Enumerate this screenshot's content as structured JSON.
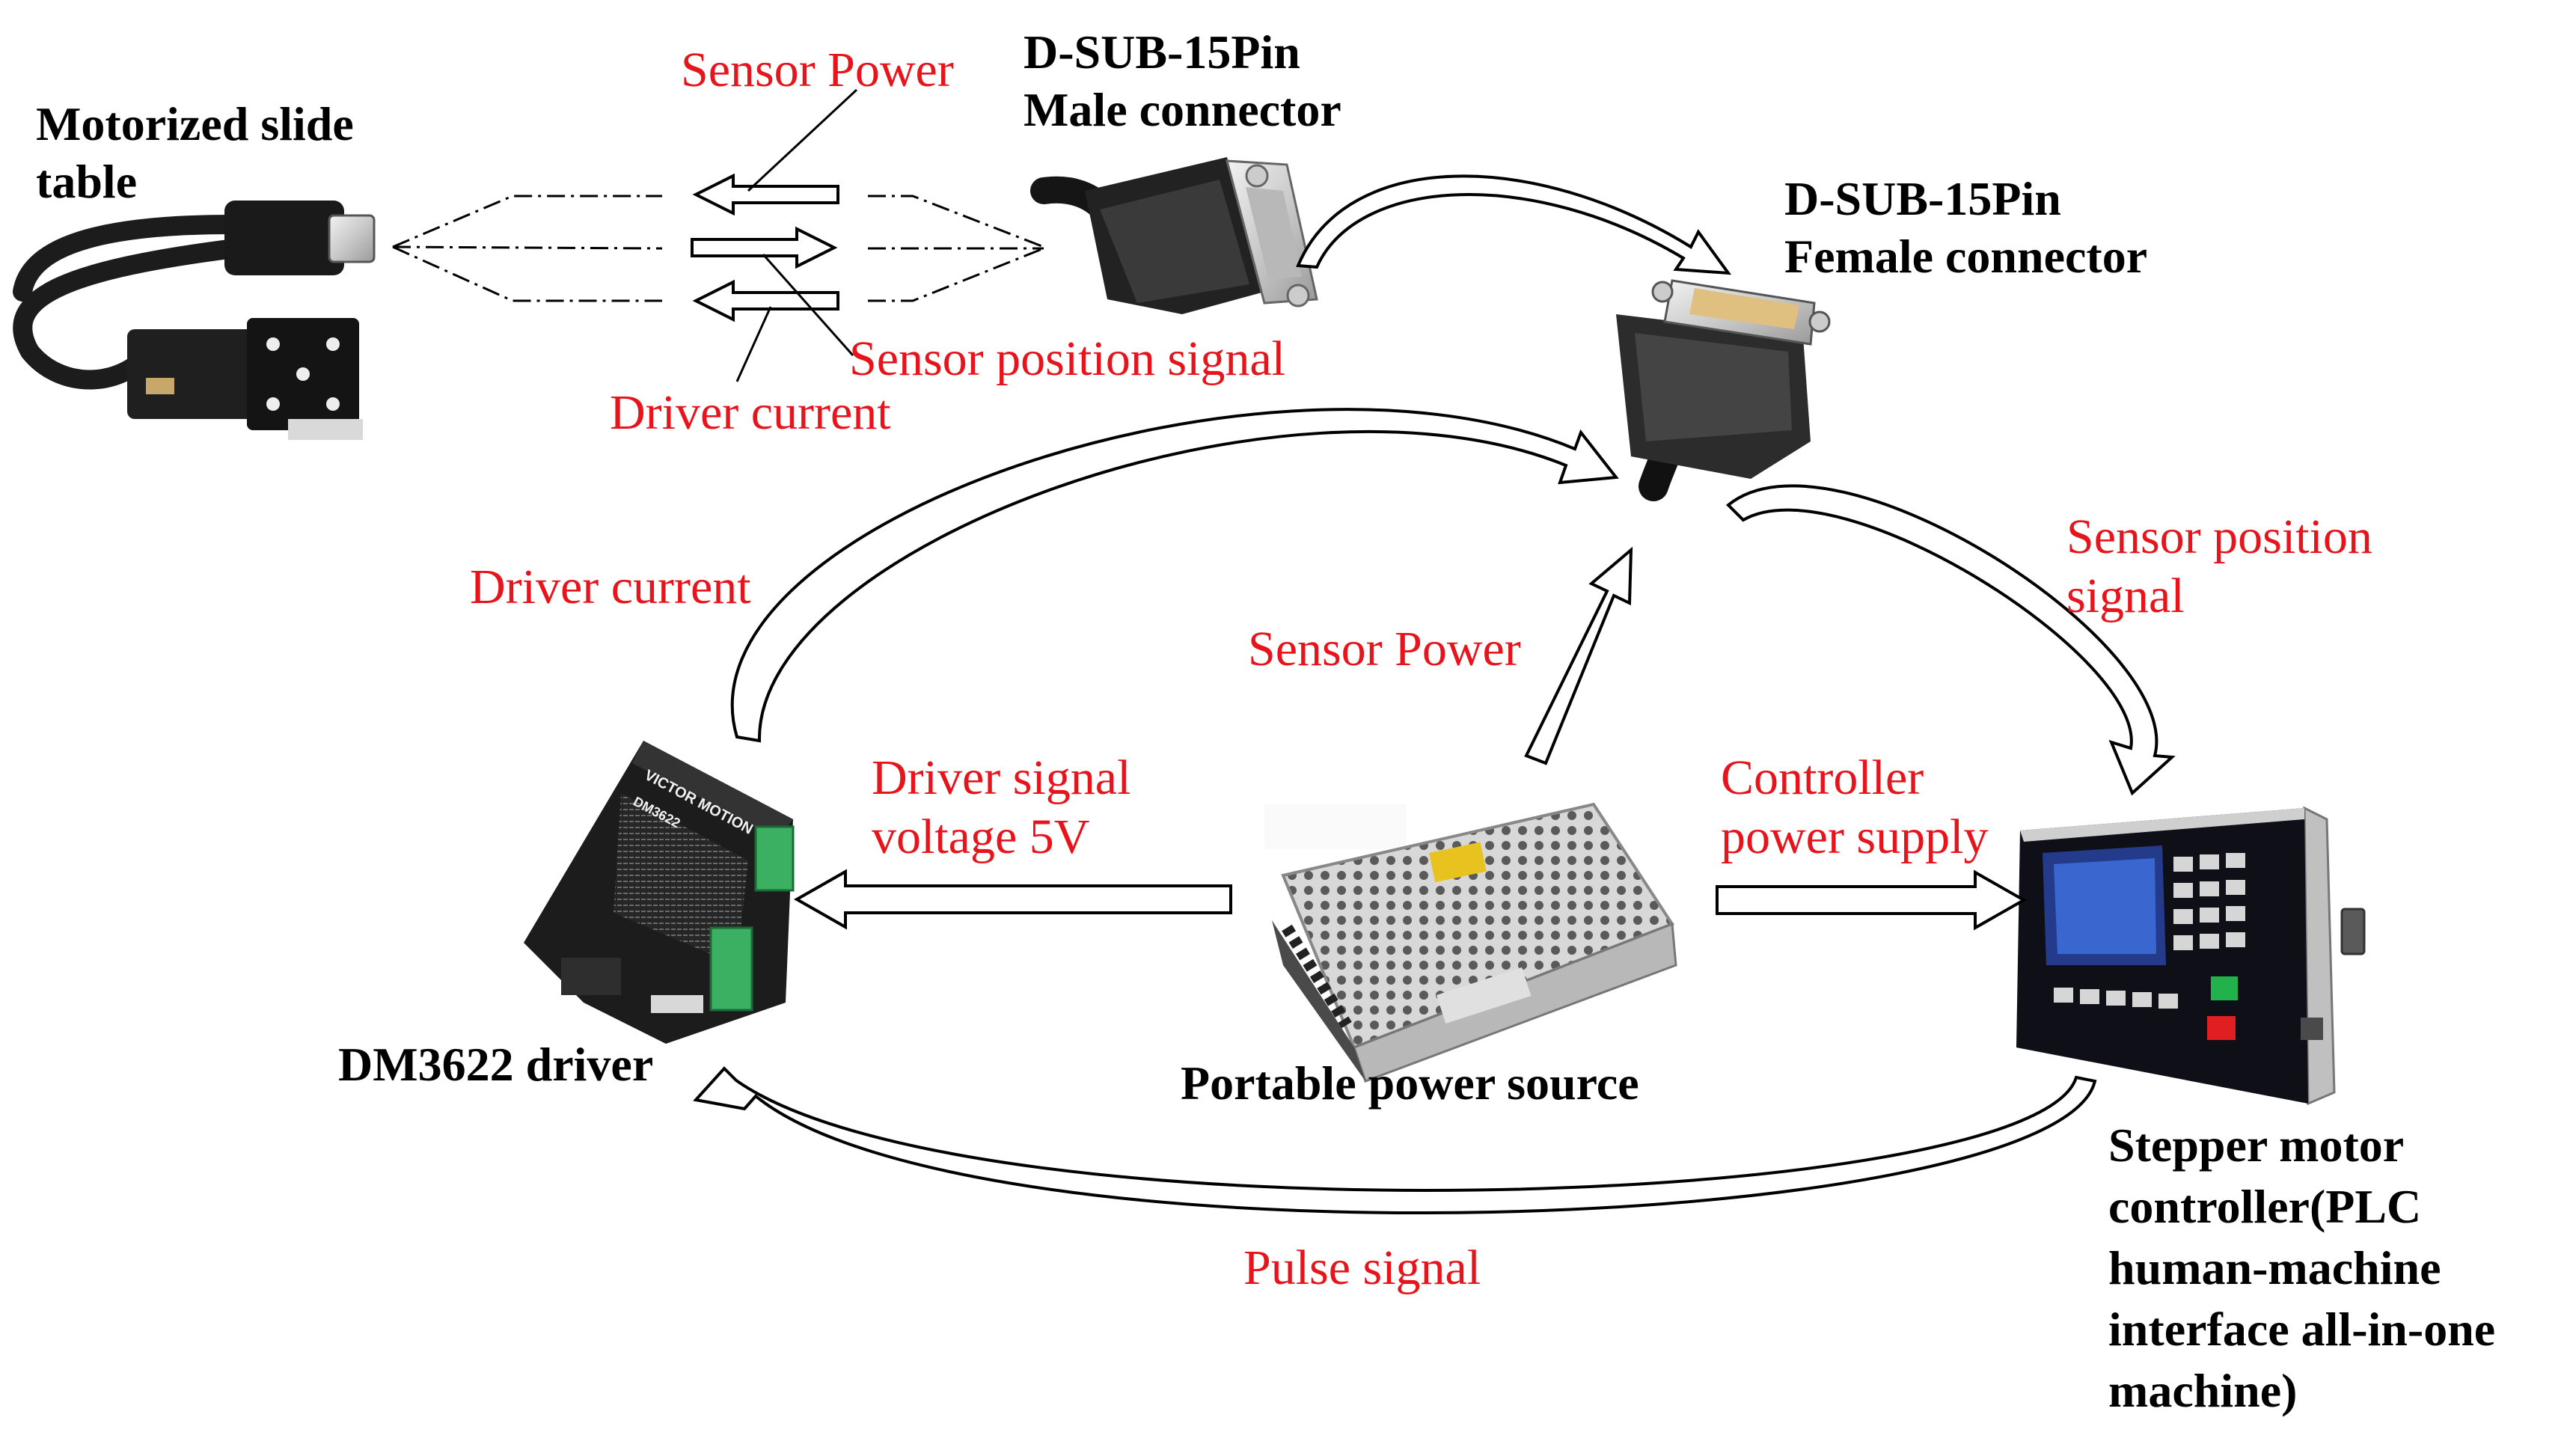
{
  "colors": {
    "signal_label": "#e8141c",
    "component_label": "#000000",
    "arrow_stroke": "#000000",
    "arrow_fill": "#ffffff"
  },
  "components": {
    "slide_table": {
      "line1": "Motorized slide",
      "line2": "table",
      "image": "motorized-slide-table-photo"
    },
    "male_connector": {
      "line1": "D-SUB-15Pin",
      "line2": "Male connector",
      "image": "dsub-male-connector-photo"
    },
    "female_connector": {
      "line1": "D-SUB-15Pin",
      "line2": "Female connector",
      "image": "dsub-female-connector-photo"
    },
    "driver": {
      "label": "DM3622 driver",
      "brand_text": "VICTOR MOTION",
      "model_text": "DM3622",
      "image": "stepper-driver-photo"
    },
    "power_source": {
      "label": "Portable power source",
      "image": "switching-power-supply-photo"
    },
    "controller": {
      "line1": "Stepper motor",
      "line2": "controller(PLC",
      "line3": "human-machine",
      "line4": "interface all-in-one",
      "line5": "machine)",
      "image": "plc-hmi-controller-photo"
    }
  },
  "signals": {
    "sensor_power_top": "Sensor Power",
    "sensor_position_top": "Sensor position signal",
    "driver_current_top": "Driver current",
    "driver_current_left": "Driver current",
    "sensor_position_right_1": "Sensor position",
    "sensor_position_right_2": "signal",
    "sensor_power_center": "Sensor Power",
    "driver_signal_1": "Driver signal",
    "driver_signal_2": "voltage 5V",
    "controller_supply_1": "Controller",
    "controller_supply_2": "power supply",
    "pulse_signal": "Pulse signal"
  }
}
